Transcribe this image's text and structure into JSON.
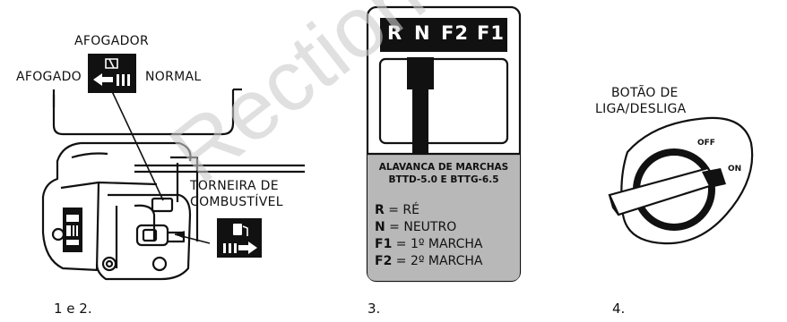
{
  "panel1": {
    "afogador": "AFOGADOR",
    "afogado": "AFOGADO",
    "normal": "NORMAL",
    "torneira_line1": "TORNEIRA DE",
    "torneira_line2": "COMBUSTÍVEL",
    "caption": "1 e 2."
  },
  "panel2": {
    "gears": [
      "R",
      "N",
      "F2",
      "F1"
    ],
    "title_line1": "ALAVANCA DE MARCHAS",
    "title_line2": "BTTD-5.0 E BTTG-6.5",
    "legend": [
      {
        "key": "R",
        "value": "= RÉ"
      },
      {
        "key": "N",
        "value": "= NEUTRO"
      },
      {
        "key": "F1",
        "value": "= 1º MARCHA"
      },
      {
        "key": "F2",
        "value": "= 2º MARCHA"
      }
    ],
    "caption": "3."
  },
  "panel3": {
    "label_line1": "BOTÃO DE",
    "label_line2": "LIGA/DESLIGA",
    "off": "OFF",
    "on": "ON",
    "caption": "4."
  },
  "watermark": "Rection",
  "colors": {
    "black": "#111111",
    "gray": "#b8b8b8",
    "watermark": "#cccccc"
  }
}
